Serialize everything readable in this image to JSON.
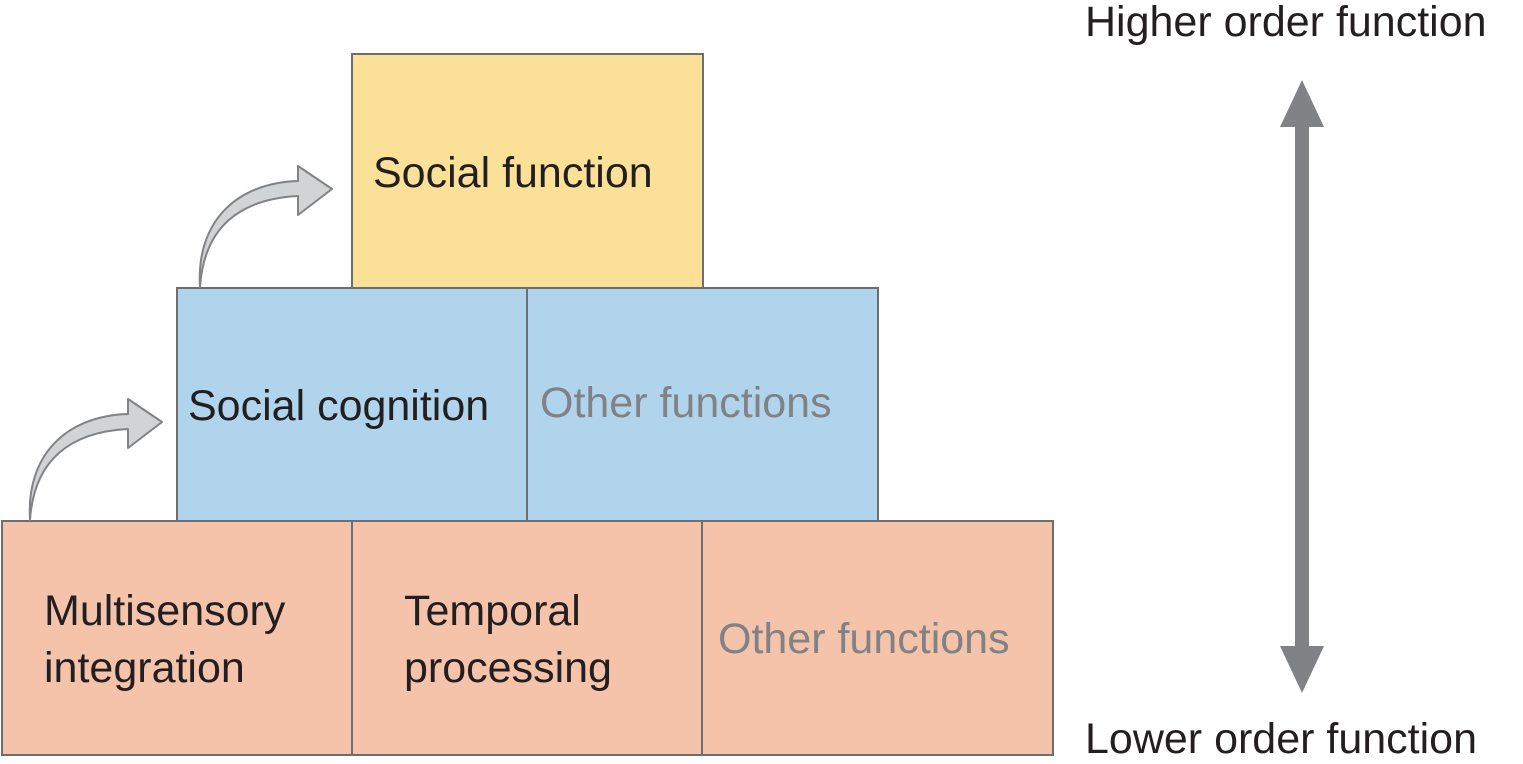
{
  "pyramid": {
    "top": {
      "label": "Social function"
    },
    "middle": {
      "social_cognition": "Social cognition",
      "other_functions": "Other functions"
    },
    "bottom": {
      "multisensory_line1": "Multisensory",
      "multisensory_line2": "integration",
      "temporal_line1": "Temporal",
      "temporal_line2": "processing",
      "other_functions": "Other functions"
    }
  },
  "axis": {
    "higher_label": "Higher order function",
    "lower_label": "Lower order function"
  },
  "colors": {
    "top_fill": "#fbe198",
    "middle_fill": "#afd4ec",
    "bottom_fill": "#f4c3aa",
    "border": "#6d6e71",
    "muted_text": "#808285",
    "axis_arrow": "#808285",
    "curved_arrow_fill": "#d1d3d4"
  }
}
